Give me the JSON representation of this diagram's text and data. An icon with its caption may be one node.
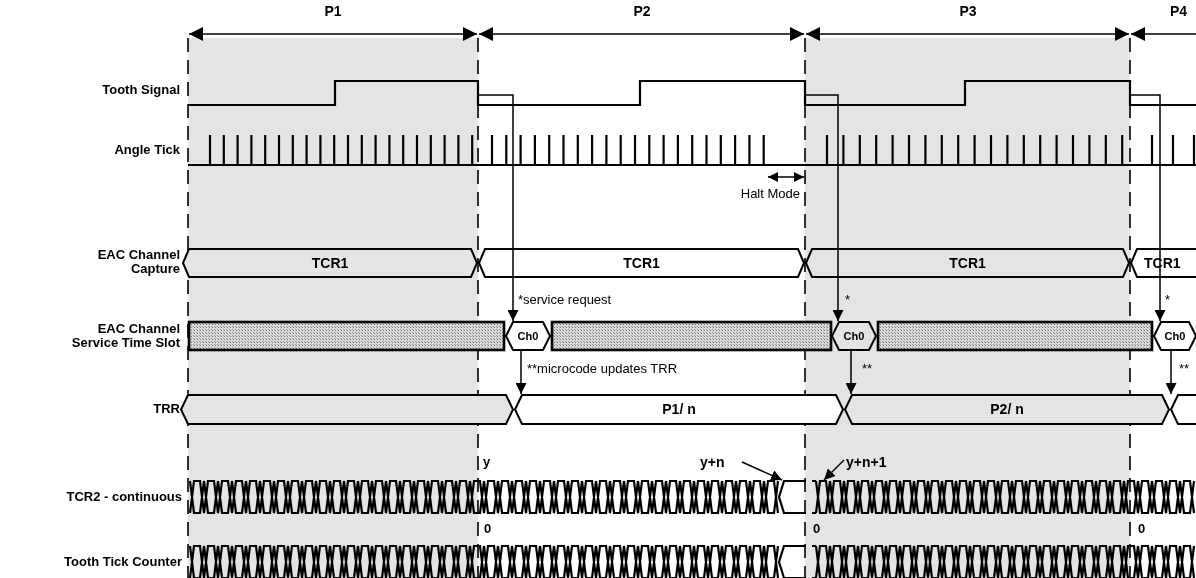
{
  "diagram": {
    "nodes": [
      {
        "text": [
          "TCR1"
        ]
      },
      {
        "text": [
          "TCR1"
        ]
      },
      {
        "text": [
          "TCR1"
        ]
      },
      {
        "text": [
          "TCR1"
        ]
      },
      {
        "text": [
          "Ch0"
        ]
      },
      {
        "text": [
          "Ch0"
        ]
      },
      {
        "text": [
          "Ch0"
        ]
      },
      {
        "text": [
          "P1/ n"
        ]
      },
      {
        "text": [
          "P2/ n"
        ]
      },
      {
        "text": [
          "y+n"
        ]
      },
      {
        "text": [
          "y+n+1"
        ]
      },
      {
        "text": [],
        "shape": "box"
      },
      {
        "text": [],
        "shape": "box"
      },
      {
        "text": [],
        "shape": "bar"
      },
      {
        "text": [],
        "shape": "bar"
      },
      {
        "text": [],
        "shape": "bar"
      },
      {
        "text": [],
        "shape": "bar"
      },
      {
        "text": [],
        "shape": "bar"
      }
    ],
    "edges": [
      {
        "from": null,
        "to": 4,
        "arrow": "to",
        "label": "*service request"
      },
      {
        "from": null,
        "to": 5,
        "arrow": "to",
        "label": "*"
      },
      {
        "from": null,
        "to": 6,
        "arrow": "to",
        "label": "*"
      },
      {
        "from": 4,
        "to": 7,
        "arrow": "to",
        "label": "**microcode updates TRR"
      },
      {
        "from": 5,
        "to": 8,
        "arrow": "to",
        "label": "**"
      },
      {
        "from": 6,
        "to": 12,
        "arrow": "to",
        "label": "**"
      },
      {
        "from": 9,
        "to": 16,
        "arrow": "to"
      },
      {
        "from": 10,
        "to": 16,
        "arrow": "to"
      }
    ],
    "labels": [
      "P1",
      "P2",
      "P3",
      "P4",
      "Tooth Signal",
      "Angle Tick",
      "Halt Mode",
      "EAC Channel Capture",
      "EAC Channel Service Time Slot",
      "TRR",
      "y",
      "TCR2 - continuous",
      "0",
      "0",
      "0",
      "Tooth Tick Counter"
    ]
  }
}
